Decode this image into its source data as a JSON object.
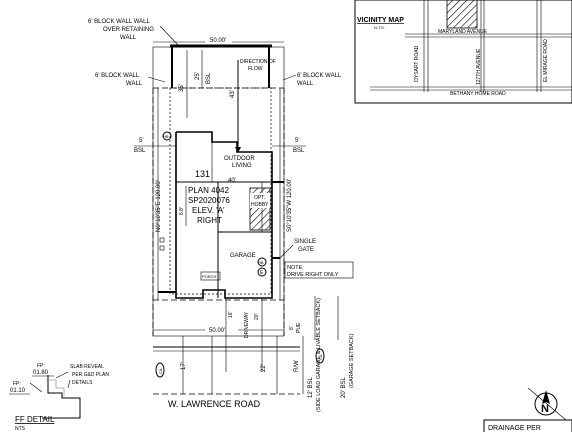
{
  "vicinity": {
    "title": "VICINITY MAP",
    "nts": "N.T.S.",
    "maryland": "MARYLAND AVENUE",
    "bethany": "BETHANY HOME ROAD",
    "oysart": "OYSART ROAD",
    "ave127": "127TH AVENUE",
    "elmirage": "EL MIRAGE ROAD"
  },
  "walls": {
    "top": "6' BLOCK WALL WALL",
    "top2": "OVER RETAINING",
    "top3": "WALL",
    "left": "6' BLOCK WALL",
    "left2": "WALL",
    "right": "6' BLOCK WALL",
    "right2": "WALL"
  },
  "dims": {
    "top_width": "50.00'",
    "bottom_width": "50.00'",
    "left_len": "N0°10'35\"E 120.00'",
    "right_len": "S0°10'35\"W 120.00'",
    "d35": "35'",
    "d25": "25'",
    "bsl_top": "BSL",
    "d43": "43'",
    "d40": "40'",
    "d5_left": "5'",
    "bsl_left": "BSL",
    "d5_right": "5'",
    "bsl_right": "BSL",
    "d68": "6.8'",
    "d16": "16'",
    "d20": "20'",
    "d8": "8'",
    "pue": "PUE",
    "d22": "22'",
    "d17": "17'",
    "rw": "R/W",
    "bsl12": "12' BSL",
    "bsl12_note": "(SIDE LOAD GARAGE & LIVABLE SETBACK)",
    "bsl20": "20' BSL",
    "bsl20_note": "(GARAGE SETBACK)"
  },
  "plan": {
    "flow": "DIRECTION OF",
    "flow2": "FLOW",
    "outdoor": "OUTDOOR",
    "outdoor2": "LIVING",
    "lot": "131",
    "plan_no": "PLAN 4042",
    "sp": "SP2020076",
    "elev": "ELEV. 'A'",
    "right": "RIGHT",
    "opt": "OPT.",
    "hobby": "HOBBY",
    "garage": "GARAGE",
    "porch": "PORCH",
    "driveway": "DRIVEWAY",
    "gate": "SINGLE",
    "gate2": "GATE",
    "note": "NOTE:",
    "note2": "DRIVE RIGHT ONLY",
    "hb": "HB",
    "e": "E"
  },
  "road": {
    "name": "W. LAWRENCE ROAD",
    "cl": "C/L"
  },
  "ff": {
    "title": "FF DETAIL",
    "nts": "NTS",
    "fp1": "FP:",
    "fp1v": "01.80",
    "fp2": "FP:",
    "fp2v": "01.10",
    "slab": "SLAB REVEAL",
    "slab2": "PER G&D PLAN",
    "slab3": "DETAILS"
  },
  "north": "N",
  "drainage": "DRAINAGE PER"
}
